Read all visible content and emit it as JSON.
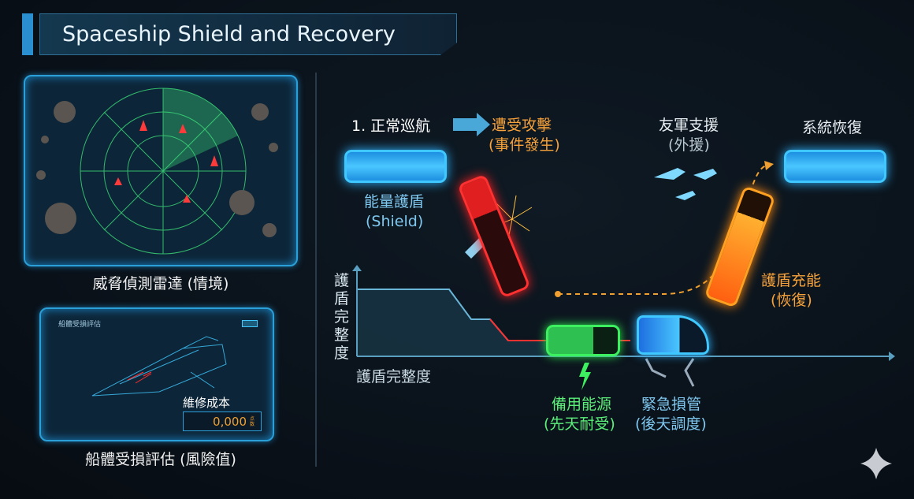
{
  "title": "Spaceship Shield and Recovery",
  "left": {
    "radar_caption": "威脅偵測雷達 (情境)",
    "hull": {
      "panel_title": "船體受損評估",
      "cost_label": "維修成本",
      "cost_value": "0,000",
      "cost_unit": "点数",
      "caption": "船體受損評估 (風險值)"
    }
  },
  "flow": {
    "step1": "1. 正常巡航",
    "attack": {
      "title": "遭受攻擊",
      "sub": "(事件發生)"
    },
    "support": {
      "title": "友軍支援",
      "sub": "(外援)"
    },
    "restore": {
      "title": "系統恢復"
    },
    "shield": {
      "title": "能量護盾",
      "sub": "(Shield)"
    },
    "recharge": {
      "title": "護盾充能",
      "sub": "(恢復)"
    },
    "backup": {
      "title": "備用能源",
      "sub": "(先天耐受)"
    },
    "repair": {
      "title": "緊急損管",
      "sub": "(後天調度)"
    }
  },
  "chart": {
    "y_label": "護盾完整度",
    "x_label": "護盾完整度"
  },
  "colors": {
    "blue": "#3fc8ff",
    "red": "#ff3030",
    "orange": "#ffa020",
    "green": "#3cf060"
  }
}
